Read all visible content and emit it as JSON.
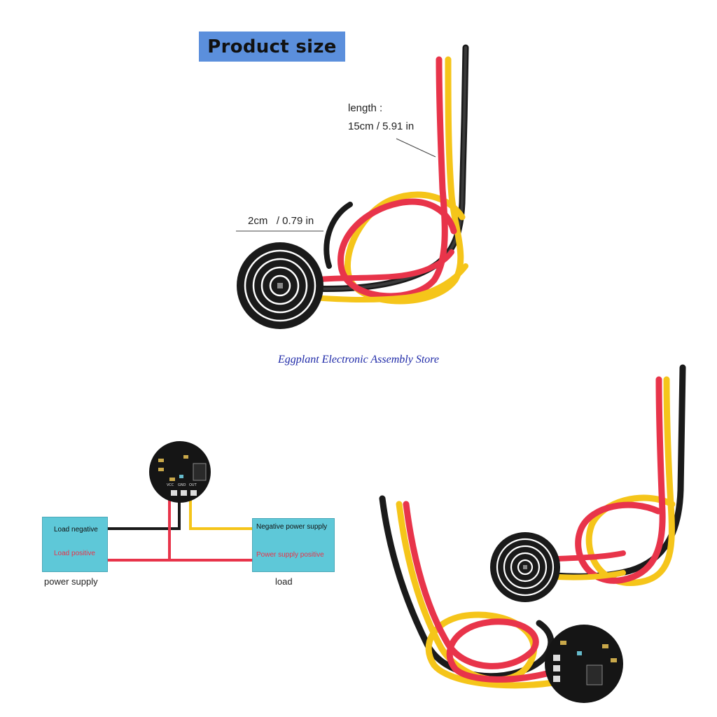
{
  "title": "Product size",
  "dimensions": {
    "length_label": "length :",
    "length_value": "15cm / 5.91 in",
    "diameter_value": "2cm   / 0.79 in"
  },
  "store_name": "Eggplant Electronic Assembly Store",
  "wiring": {
    "left_box": {
      "negative": "Load negative",
      "positive": "Load positive",
      "caption": "power supply"
    },
    "right_box": {
      "negative": "Negative power supply",
      "positive": "Power supply positive",
      "caption": "load"
    },
    "pin_labels": [
      "VCC",
      "GND",
      "OUT"
    ]
  },
  "colors": {
    "banner": "#5b8fdc",
    "box": "#5ec8d8",
    "wire_red": "#e8344a",
    "wire_yellow": "#f5c51a",
    "wire_black": "#1a1a1a",
    "store_text": "#1f2aa8"
  }
}
